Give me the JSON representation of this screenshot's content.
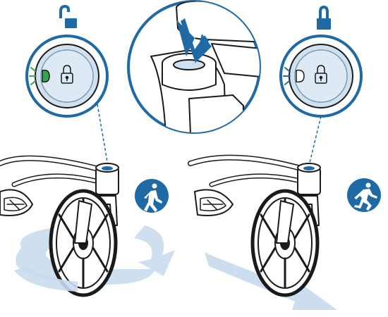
{
  "colors": {
    "line": "#1a1a1a",
    "accent_blue": "#1f6aa5",
    "light_blue_fill": "#cfe0ef",
    "pale_blue_fill": "#e6eef6",
    "motion_arrow": "#c9dbee",
    "green": "#2ea84a"
  },
  "panels": [
    {
      "id": "swivel",
      "lock_state_icon": "unlocked-padlock-icon",
      "release_button_color": "green",
      "mode_icon": "walking-person-icon",
      "motion_indicator": "rotation-arrow-icon"
    },
    {
      "id": "fixed",
      "lock_state_icon": "locked-padlock-icon",
      "release_button_color": "white",
      "mode_icon": "running-person-icon",
      "motion_indicator": "straight-arrow-icon"
    }
  ],
  "detail_icon": "press-down-arrow-icon"
}
